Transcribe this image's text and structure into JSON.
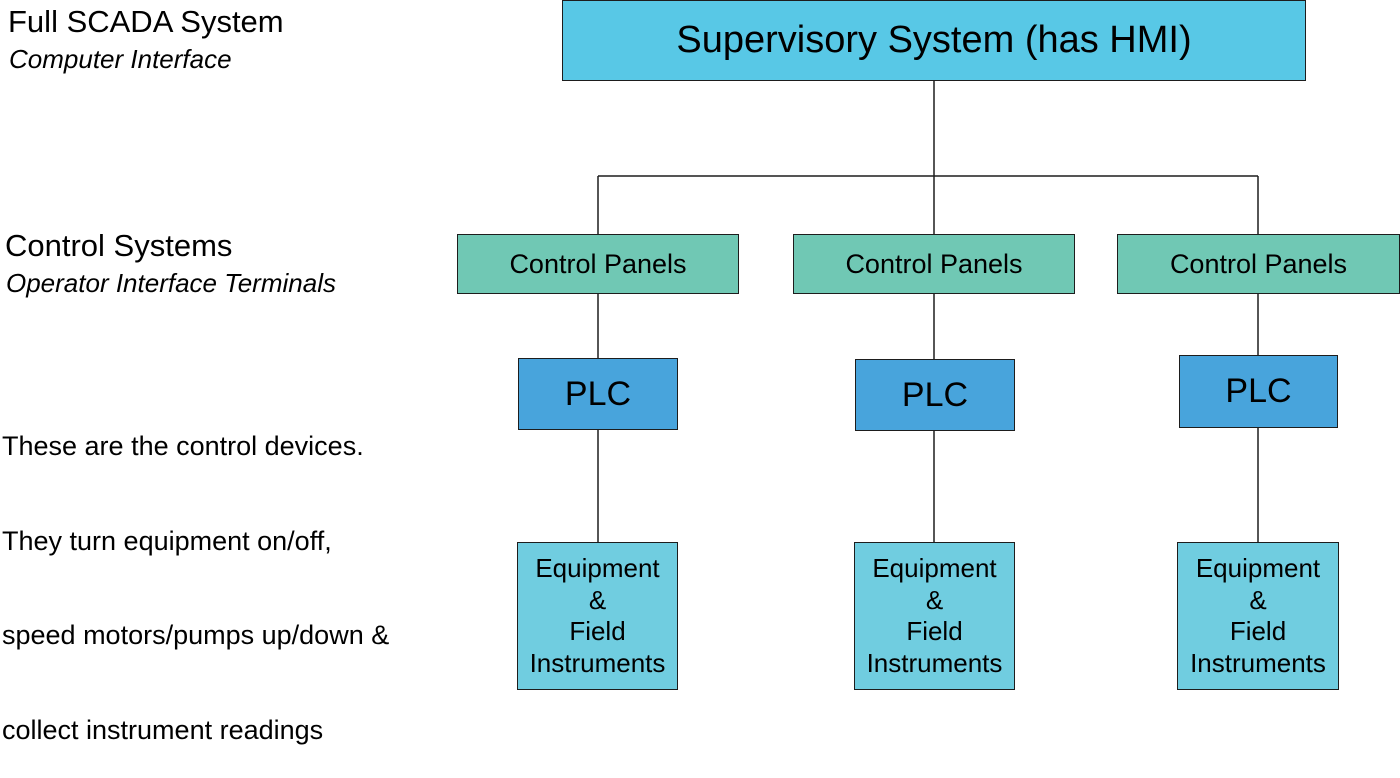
{
  "left_labels": {
    "full_scada": {
      "title": "Full SCADA System",
      "subtitle": "Computer Interface"
    },
    "control_systems": {
      "title": "Control Systems",
      "subtitle": "Operator Interface Terminals"
    },
    "control_devices_note": [
      "These are the control devices.",
      "They turn equipment on/off,",
      "speed motors/pumps up/down &",
      "collect instrument readings"
    ]
  },
  "colors": {
    "supervisory": "#58C8E6",
    "control_panels": "#70C8B4",
    "plc": "#48A4DC",
    "equipment": "#70CDE0",
    "lines": "#1D1D1D"
  },
  "nodes": {
    "supervisory": "Supervisory System (has HMI)",
    "branches": [
      {
        "control_panel": "Control Panels",
        "plc": "PLC",
        "equipment": [
          "Equipment",
          "&",
          "Field",
          "Instruments"
        ]
      },
      {
        "control_panel": "Control Panels",
        "plc": "PLC",
        "equipment": [
          "Equipment",
          "&",
          "Field",
          "Instruments"
        ]
      },
      {
        "control_panel": "Control Panels",
        "plc": "PLC",
        "equipment": [
          "Equipment",
          "&",
          "Field",
          "Instruments"
        ]
      }
    ]
  }
}
